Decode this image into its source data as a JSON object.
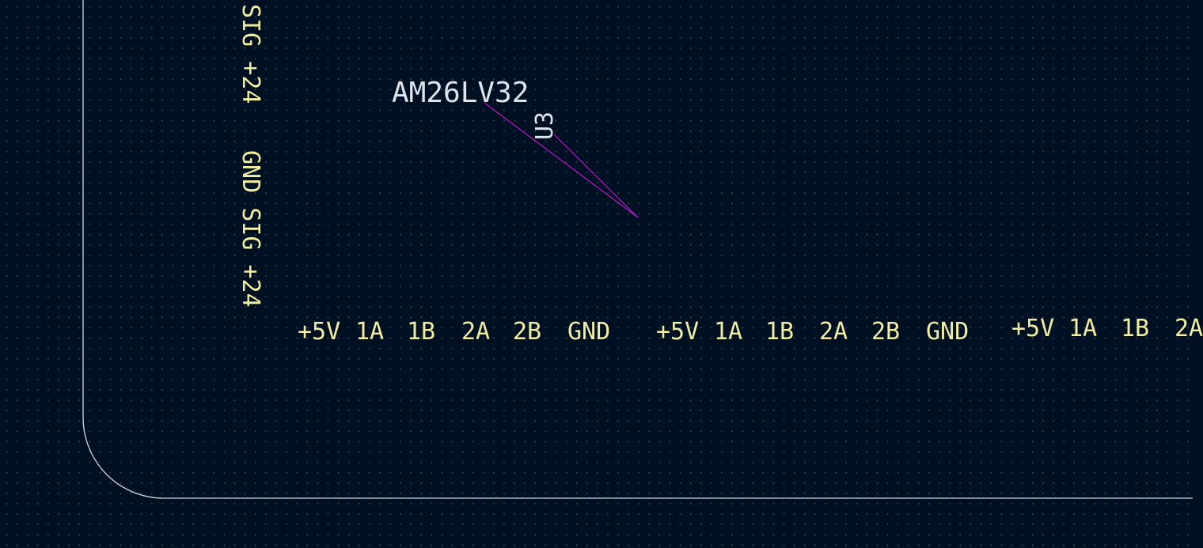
{
  "colors": {
    "background": "#001023",
    "grid_dot": "#3a4a60",
    "board_edge": "#d0d4d8",
    "silkscreen": "#f2eda1",
    "fab_text": "#dfe4ea",
    "ratsnest": "#c814c8"
  },
  "footprint": {
    "value": "AM26LV32",
    "reference": "U3"
  },
  "connector_left": {
    "upper_pin_labels": "SIG +24",
    "lower_pin_labels": "GND SIG +24"
  },
  "connector_row_1": {
    "pins": [
      "+5V",
      "1A",
      "1B",
      "2A",
      "2B",
      "GND"
    ]
  },
  "connector_row_2": {
    "pins": [
      "+5V",
      "1A",
      "1B",
      "2A",
      "2B",
      "GND"
    ]
  },
  "connector_row_3": {
    "pins": [
      "+5V",
      "1A",
      "1B",
      "2A"
    ]
  }
}
